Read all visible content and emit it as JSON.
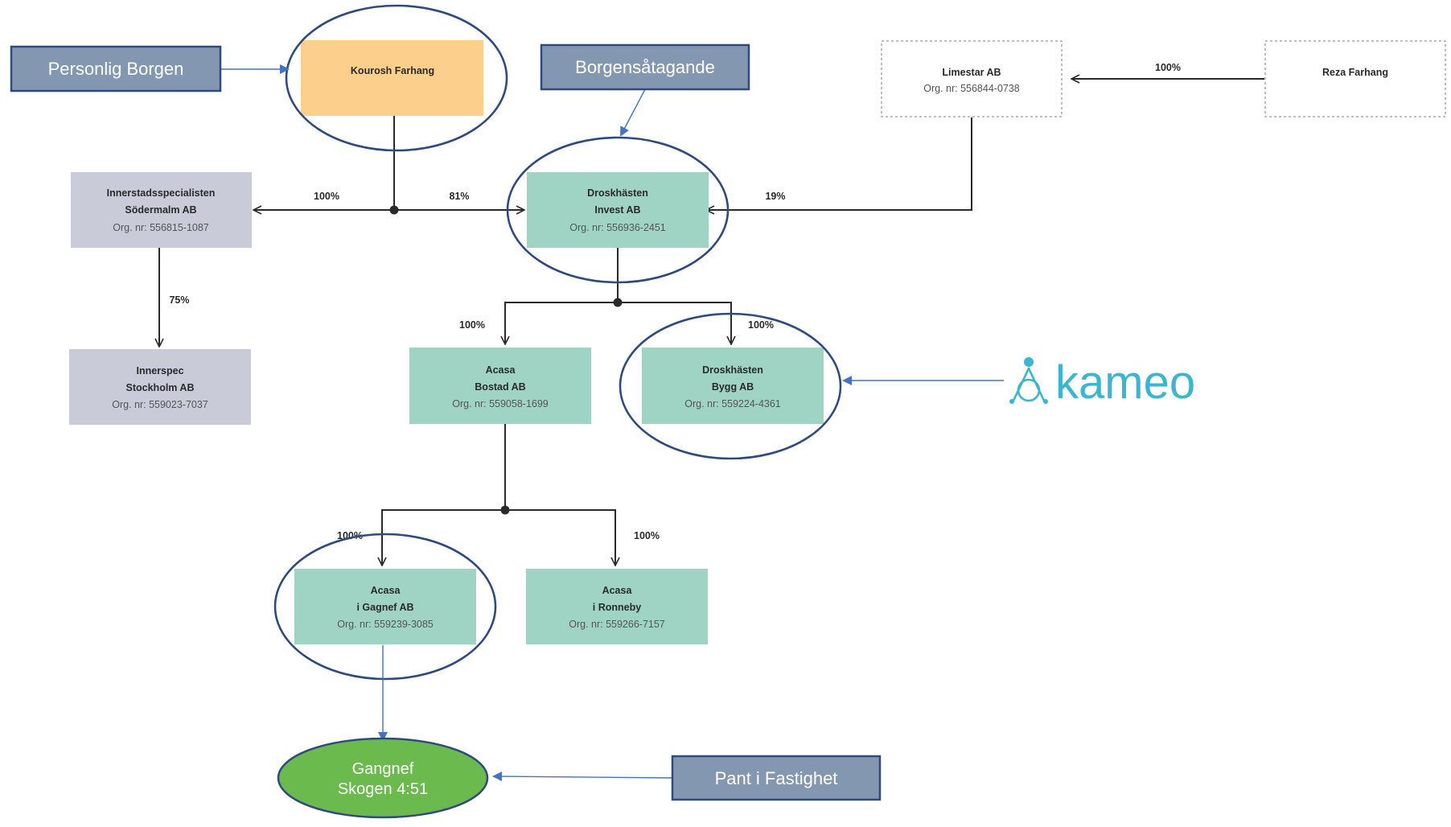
{
  "callouts": {
    "personlig_borgen": "Personlig Borgen",
    "borgensatagande": "Borgensåtagande",
    "pant_i_fastighet": "Pant i Fastighet"
  },
  "nodes": {
    "kourosh": {
      "name": "Kourosh Farhang"
    },
    "limestar": {
      "name": "Limestar AB",
      "org": "Org. nr: 556844-0738"
    },
    "reza": {
      "name": "Reza Farhang"
    },
    "innerstads": {
      "line1": "Innerstadsspecialisten",
      "line2": "Södermalm AB",
      "org": "Org. nr: 556815-1087"
    },
    "droskhasten_invest": {
      "line1": "Droskhästen",
      "line2": "Invest AB",
      "org": "Org. nr: 556936-2451"
    },
    "innerspec": {
      "line1": "Innerspec",
      "line2": "Stockholm AB",
      "org": "Org. nr: 559023-7037"
    },
    "acasa_bostad": {
      "line1": "Acasa",
      "line2": "Bostad AB",
      "org": "Org. nr: 559058-1699"
    },
    "droskhasten_bygg": {
      "line1": "Droskhästen",
      "line2": "Bygg AB",
      "org": "Org. nr: 559224-4361"
    },
    "acasa_gagnef": {
      "line1": "Acasa",
      "line2": "i Gagnef AB",
      "org": "Org. nr: 559239-3085"
    },
    "acasa_ronneby": {
      "line1": "Acasa",
      "line2": "i Ronneby",
      "org": "Org. nr: 559266-7157"
    }
  },
  "property": {
    "line1": "Gangnef",
    "line2": "Skogen 4:51"
  },
  "percentages": {
    "reza_to_limestar": "100%",
    "kourosh_to_innerstads": "100%",
    "kourosh_to_droskhasten": "81%",
    "limestar_to_droskhasten": "19%",
    "innerstads_to_innerspec": "75%",
    "droskhasten_to_acasa_bostad": "100%",
    "droskhasten_to_bygg": "100%",
    "bostad_to_gagnef": "100%",
    "bostad_to_ronneby": "100%"
  },
  "logo": {
    "text": "kameo"
  },
  "colors": {
    "callout_fill": "#8497b0",
    "callout_border": "#2f4a80",
    "teal_box": "#9fd4c4",
    "grey_box": "#c9cbd9",
    "orange_box": "#fdcf8d",
    "ellipse_stroke": "#2f4a80",
    "green_ellipse": "#6aba4e",
    "kameo_blue": "#3bb5d0",
    "arrow_blue": "#4472c4"
  }
}
